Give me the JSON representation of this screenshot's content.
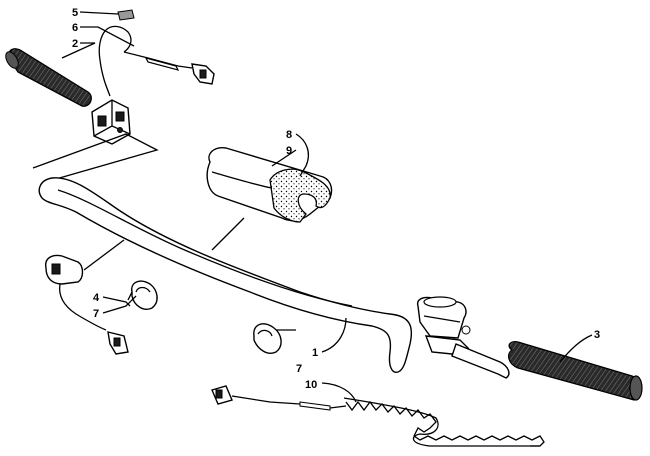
{
  "callouts": [
    {
      "id": "c5",
      "text": "5"
    },
    {
      "id": "c6",
      "text": "6"
    },
    {
      "id": "c2",
      "text": "2"
    },
    {
      "id": "c8",
      "text": "8"
    },
    {
      "id": "c9",
      "text": "9"
    },
    {
      "id": "c4",
      "text": "4"
    },
    {
      "id": "c7a",
      "text": "7"
    },
    {
      "id": "c3",
      "text": "3"
    },
    {
      "id": "c1",
      "text": "1"
    },
    {
      "id": "c7b",
      "text": "7"
    },
    {
      "id": "c10",
      "text": "10"
    }
  ],
  "colors": {
    "line": "#000000",
    "background": "#ffffff",
    "grip": "#1a1a1a"
  }
}
